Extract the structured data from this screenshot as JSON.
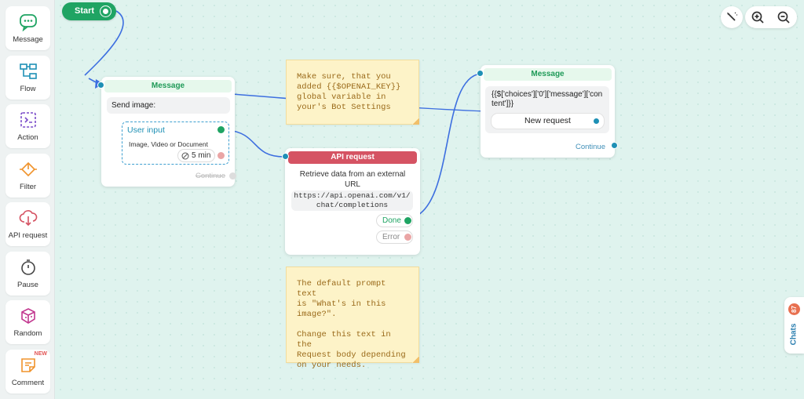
{
  "sidebar": {
    "items": [
      {
        "label": "Message",
        "icon": "message-icon"
      },
      {
        "label": "Flow",
        "icon": "flow-icon"
      },
      {
        "label": "Action",
        "icon": "action-icon"
      },
      {
        "label": "Filter",
        "icon": "filter-icon"
      },
      {
        "label": "API request",
        "icon": "api-request-icon"
      },
      {
        "label": "Pause",
        "icon": "pause-icon"
      },
      {
        "label": "Random",
        "icon": "random-icon"
      },
      {
        "label": "Comment",
        "icon": "comment-icon",
        "badge": "NEW"
      }
    ]
  },
  "canvas": {
    "start_label": "Start",
    "controls": [
      "auto-layout-icon",
      "zoom-in-icon",
      "zoom-out-icon"
    ]
  },
  "message_node_1": {
    "title": "Message",
    "text": "Send image:",
    "input_label": "User input",
    "input_hint": "Image, Video or Document",
    "timeout": "5 min",
    "continue": "Continue"
  },
  "api_node": {
    "title": "API request",
    "description": "Retrieve data from an external URL",
    "url": "https://api.openai.com/v1/chat/completions",
    "done": "Done",
    "error": "Error"
  },
  "message_node_2": {
    "title": "Message",
    "text": "{{$['choices']['0']['message']['content']}}",
    "button": "New request",
    "continue": "Continue"
  },
  "notes": {
    "note1": "Make sure, that you\nadded {{$OPENAI_KEY}}\nglobal variable in\nyour's Bot Settings",
    "note2": "The default prompt text\nis \"What's in this\nimage?\".\n\nChange this text in the\nRequest body depending\non your needs."
  },
  "chats": {
    "label": "Chats",
    "count": "87"
  },
  "colors": {
    "green": "#1fa463",
    "blue_edge": "#3d6fe0",
    "api_red": "#d55363",
    "note_bg": "#fdf3c8",
    "canvas": "#dff3ee"
  }
}
